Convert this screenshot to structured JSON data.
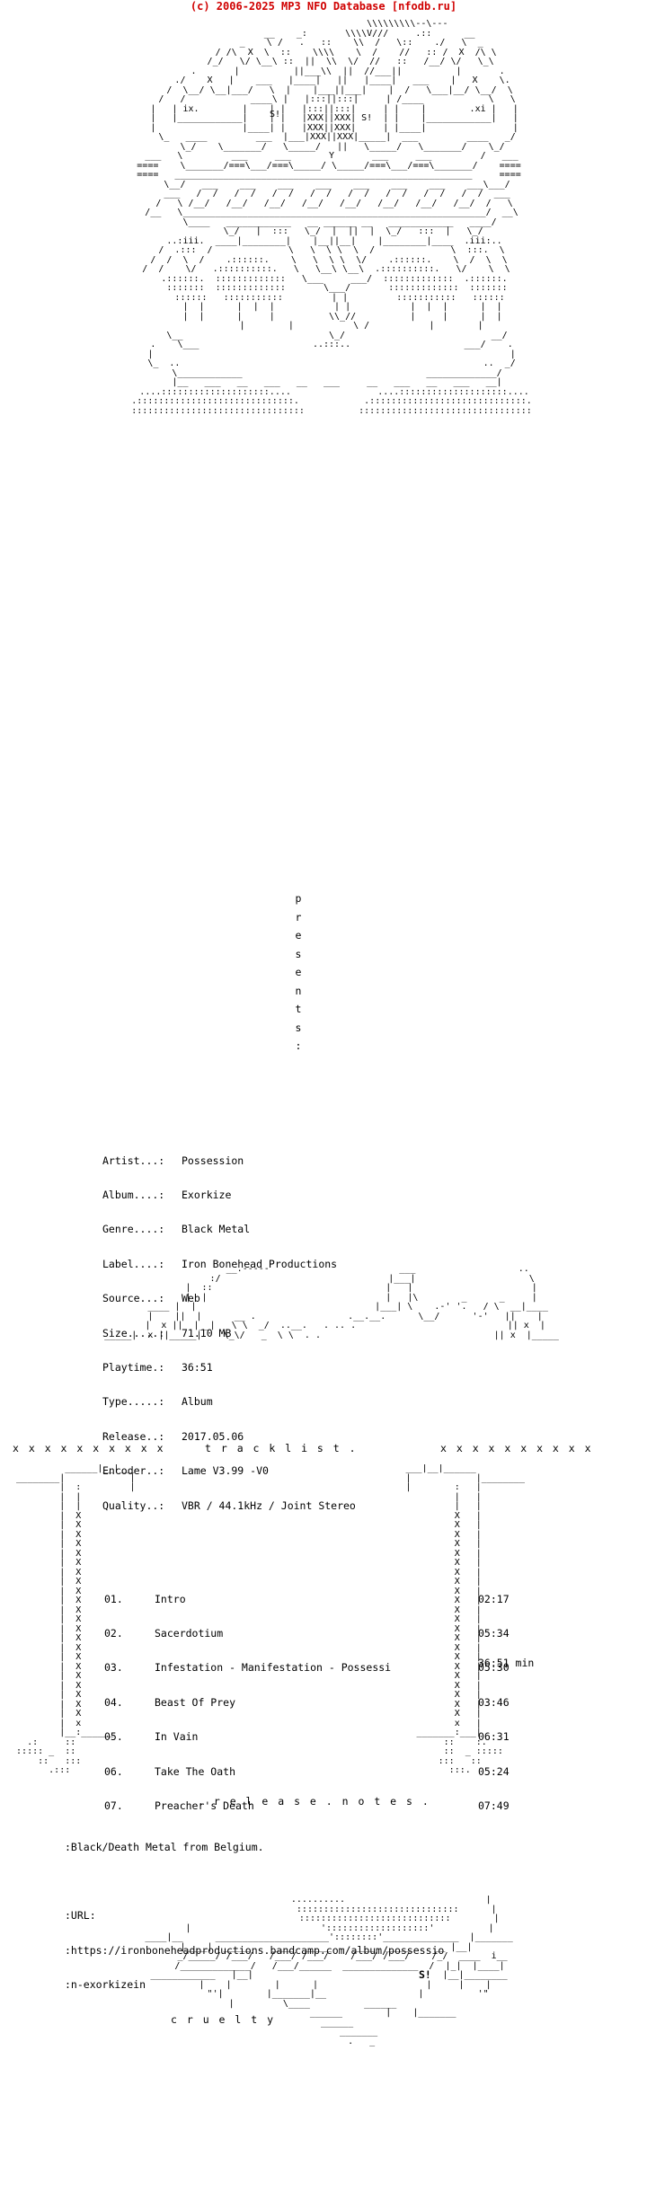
{
  "header": {
    "copyright": "(c) 2006-2025 MP3 NFO Database [nfodb.ru]"
  },
  "presents": [
    "p",
    "r",
    "e",
    "s",
    "e",
    "n",
    "t",
    "s",
    ":"
  ],
  "release_info": [
    {
      "key": "Artist...:",
      "value": "Possession"
    },
    {
      "key": "Album....:",
      "value": "Exorkize"
    },
    {
      "key": "Genre....:",
      "value": "Black Metal"
    },
    {
      "key": "Label....:",
      "value": "Iron Bonehead Productions"
    },
    {
      "key": "Source...:",
      "value": "Web"
    },
    {
      "key": "Size.....:",
      "value": "71.10 MB"
    },
    {
      "key": "Playtime.:",
      "value": "36:51"
    },
    {
      "key": "Type.....:",
      "value": "Album"
    },
    {
      "key": "Release..:",
      "value": "2017.05.06"
    },
    {
      "key": "Encoder..:",
      "value": "Lame V3.99 -V0"
    },
    {
      "key": "Quality..:",
      "value": "VBR / 44.1kHz / Joint Stereo"
    }
  ],
  "tracklist_label": "t r a c k l i s t .",
  "tracks": [
    {
      "num": "01.",
      "title": "Intro",
      "time": "02:17"
    },
    {
      "num": "02.",
      "title": "Sacerdotium",
      "time": "05:34"
    },
    {
      "num": "03.",
      "title": "Infestation - Manifestation - Possessi",
      "time": "05:30"
    },
    {
      "num": "04.",
      "title": "Beast Of Prey",
      "time": "03:46"
    },
    {
      "num": "05.",
      "title": "In Vain",
      "time": "06:31"
    },
    {
      "num": "06.",
      "title": "Take The Oath",
      "time": "05:24"
    },
    {
      "num": "07.",
      "title": "Preacher's Death",
      "time": "07:49"
    }
  ],
  "total_time": "36:51 min",
  "release_notes_label": ". r e l e a s e . n o t e s .",
  "notes": {
    "line1": ":Black/Death Metal from Belgium.",
    "line2": ":URL:",
    "line3": ":https://ironboneheadproductions.bandcamp.com/album/possessio",
    "line4": ":n-exorkizein"
  },
  "signature": {
    "word": "c r u e l t y",
    "mark": "S!"
  },
  "art_mark": "S!"
}
